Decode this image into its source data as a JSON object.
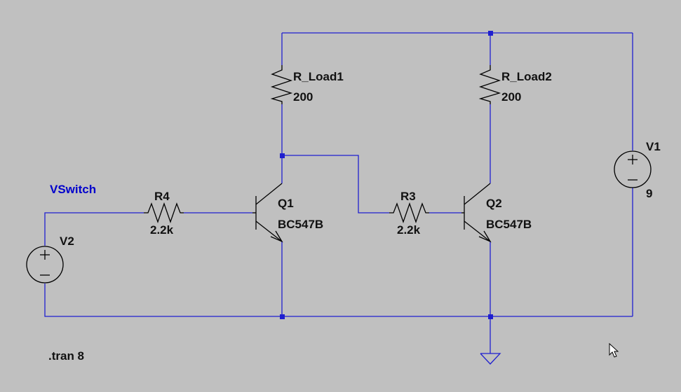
{
  "colors": {
    "background": "#c0c0c0",
    "wire": "#1f1fcf",
    "component": "#000000",
    "net_label": "#0000cc"
  },
  "components": {
    "r_load1": {
      "name": "R_Load1",
      "value": "200"
    },
    "r_load2": {
      "name": "R_Load2",
      "value": "200"
    },
    "r4": {
      "name": "R4",
      "value": "2.2k"
    },
    "r3": {
      "name": "R3",
      "value": "2.2k"
    },
    "q1": {
      "name": "Q1",
      "model": "BC547B"
    },
    "q2": {
      "name": "Q2",
      "model": "BC547B"
    },
    "v1": {
      "name": "V1",
      "value": "9"
    },
    "v2": {
      "name": "V2"
    }
  },
  "net_label": "VSwitch",
  "directive": ".tran 8",
  "icons": {
    "ground": "ground-icon",
    "cursor": "mouse-pointer-icon"
  }
}
